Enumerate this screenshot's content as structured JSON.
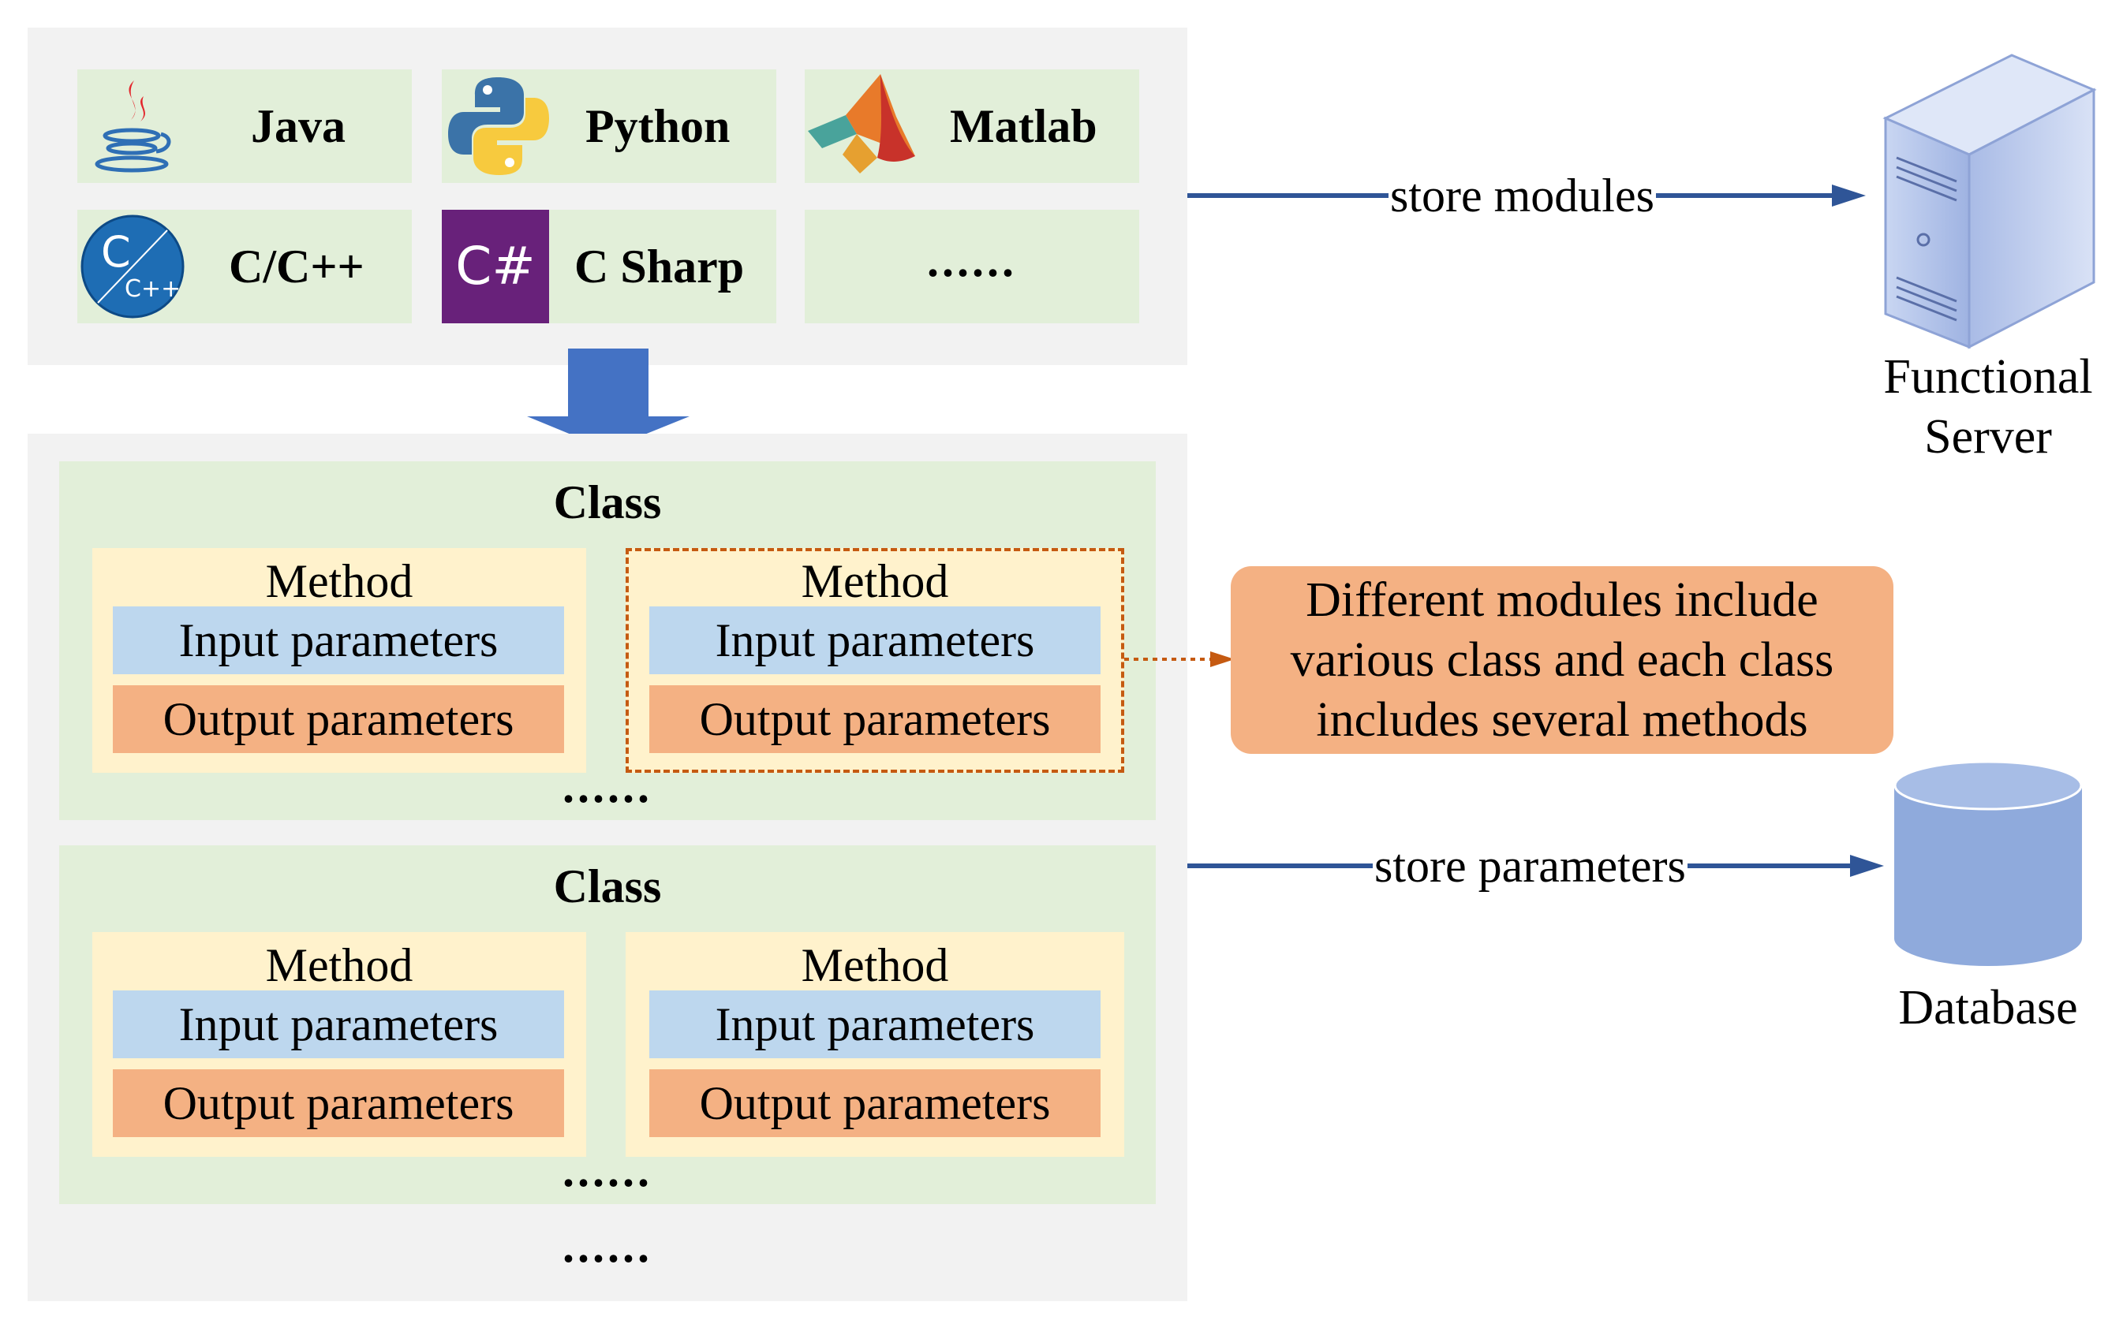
{
  "languages": [
    {
      "label": "Java",
      "icon": "java-icon"
    },
    {
      "label": "Python",
      "icon": "python-icon"
    },
    {
      "label": "Matlab",
      "icon": "matlab-icon"
    },
    {
      "label": "C/C++",
      "icon": "cpp-icon"
    },
    {
      "label": "C Sharp",
      "icon": "csharp-icon",
      "icon_text": "C#"
    },
    {
      "label": "......"
    }
  ],
  "cpp_icon_text": {
    "big": "C",
    "small": "C++"
  },
  "classes": [
    {
      "title": "Class",
      "methods": [
        {
          "title": "Method",
          "input": "Input parameters",
          "output": "Output parameters"
        },
        {
          "title": "Method",
          "input": "Input parameters",
          "output": "Output parameters"
        }
      ],
      "ellipsis": "......"
    },
    {
      "title": "Class",
      "methods": [
        {
          "title": "Method",
          "input": "Input parameters",
          "output": "Output parameters"
        },
        {
          "title": "Method",
          "input": "Input parameters",
          "output": "Output parameters"
        }
      ],
      "ellipsis": "......"
    }
  ],
  "panel_ellipsis": "......",
  "connections": {
    "store_modules": "store modules",
    "store_parameters": "store parameters"
  },
  "note": {
    "line1": "Different modules include",
    "line2": "various class and each class",
    "line3": "includes several methods"
  },
  "server": {
    "line1": "Functional",
    "line2": "Server",
    "icon": "server-icon"
  },
  "database": {
    "label": "Database",
    "icon": "database-icon"
  },
  "colors": {
    "panel": "#f2f2f2",
    "tile": "#e2efd9",
    "method": "#fff2cc",
    "input": "#bdd7ee",
    "output": "#f4b183",
    "arrow": "#2f5597",
    "down_arrow": "#4472c4",
    "dashed_border": "#c55a11",
    "database": "#8faadc"
  }
}
